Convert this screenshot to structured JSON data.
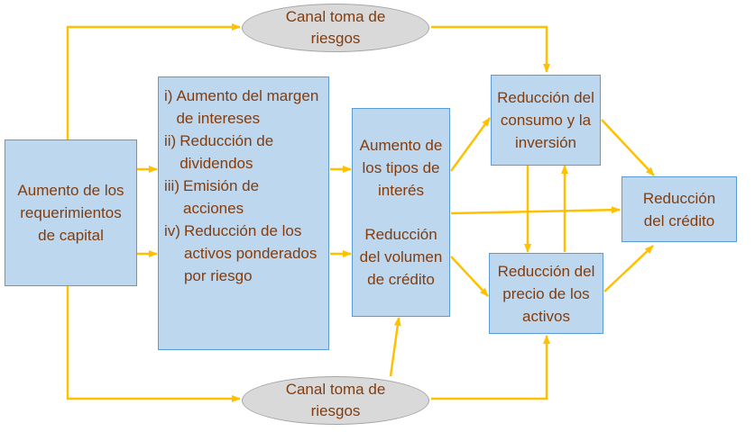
{
  "colors": {
    "arrow": "#ffc000",
    "box_fill": "#bdd7ee",
    "box_border": "#5b9bd5",
    "ellipse_fill": "#d9d9d9",
    "text": "#843c0c"
  },
  "nodes": {
    "capital_requirements": "Aumento de los requerimientos de capital",
    "risk_channel_top": "Canal toma de riesgos",
    "risk_channel_bottom": "Canal toma de riesgos",
    "measures": [
      {
        "num": "i)",
        "text": "Aumento del margen de intereses"
      },
      {
        "num": "ii)",
        "text": "Reducción de dividendos"
      },
      {
        "num": "iii)",
        "text": "Emisión de acciones"
      },
      {
        "num": "iv)",
        "text": "Reducción de los activos ponderados por riesgo"
      }
    ],
    "rates_up": "Aumento de los tipos de interés",
    "credit_volume_down": "Reducción del volumen de crédito",
    "consumption_down": "Reducción del consumo y la inversión",
    "asset_prices_down": "Reducción del precio de los activos",
    "credit_down": "Reducción del crédito"
  }
}
